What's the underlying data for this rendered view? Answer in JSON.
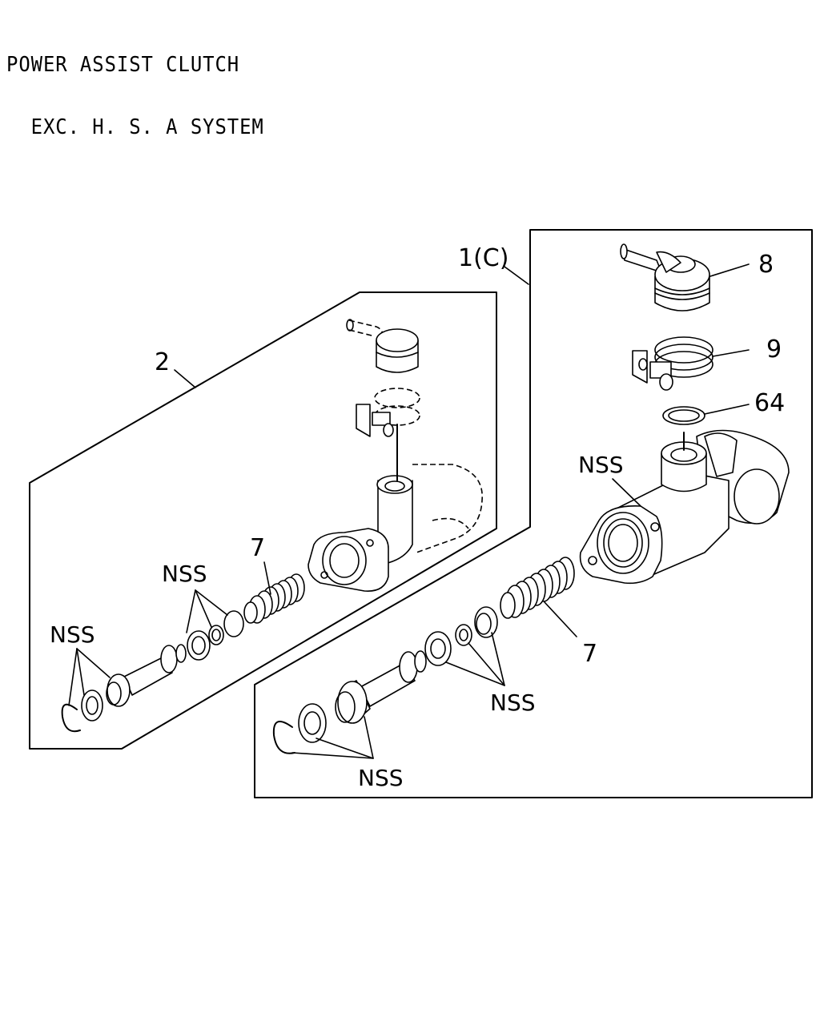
{
  "title": {
    "line1": "POWER ASSIST CLUTCH",
    "line2": "  EXC. H. S. A SYSTEM"
  },
  "callouts": {
    "assembly_left": "2",
    "assembly_right": "1(C)",
    "left_reservoir_spring": "7",
    "right_spring": "7",
    "reservoir": "8",
    "clamp": "9",
    "o_ring": "64",
    "nss_body_right": "NSS",
    "nss_left_seals": "NSS",
    "nss_left_snap": "NSS",
    "nss_right_seals": "NSS",
    "nss_right_snap": "NSS"
  }
}
